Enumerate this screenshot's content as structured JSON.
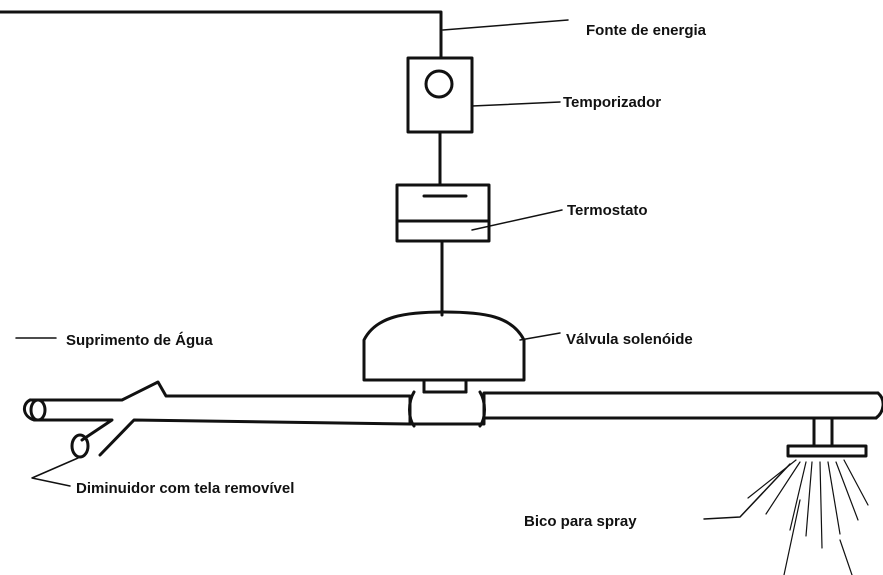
{
  "labels": {
    "power_source": "Fonte de energia",
    "timer": "Temporizador",
    "thermostat": "Termostato",
    "solenoid_valve": "Válvula solenóide",
    "water_supply": "Suprimento de Água",
    "reducer": "Diminuidor com tela removível",
    "spray_nozzle": "Bico para spray"
  },
  "colors": {
    "ink": "#111111",
    "background": "#ffffff"
  }
}
